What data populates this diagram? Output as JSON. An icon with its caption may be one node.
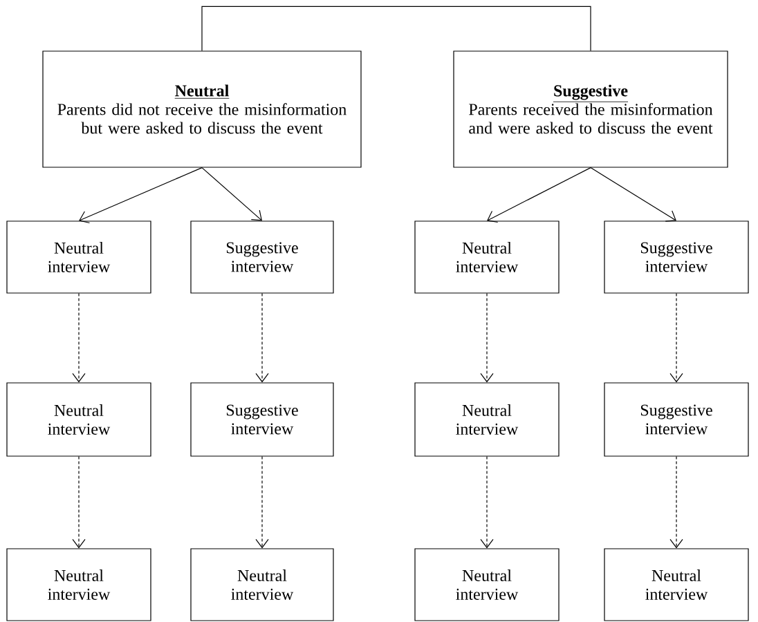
{
  "diagram": {
    "nodes": [
      {
        "text": [
          "Neutral",
          "Parents did not receive the misinformation but were asked to discuss the event"
        ]
      },
      {
        "text": [
          "Suggestive",
          "Parents received the misinformation and were asked to discuss the event"
        ]
      },
      {
        "text": [
          "Neutral interview"
        ]
      },
      {
        "text": [
          "Suggestive interview"
        ]
      },
      {
        "text": [
          "Neutral interview"
        ]
      },
      {
        "text": [
          "Suggestive interview"
        ]
      },
      {
        "text": [
          "Neutral interview"
        ]
      },
      {
        "text": [
          "Suggestive interview"
        ]
      },
      {
        "text": [
          "Neutral interview"
        ]
      },
      {
        "text": [
          "Suggestive interview"
        ]
      },
      {
        "text": [
          "Neutral interview"
        ]
      },
      {
        "text": [
          "Neutral interview"
        ]
      },
      {
        "text": [
          "Neutral interview"
        ]
      },
      {
        "text": [
          "Neutral interview"
        ]
      }
    ],
    "edges": [
      {
        "from": 0,
        "to": 1,
        "arrow": "none"
      },
      {
        "from": 0,
        "to": 2,
        "arrow": "to"
      },
      {
        "from": 0,
        "to": 3,
        "arrow": "to"
      },
      {
        "from": 1,
        "to": 4,
        "arrow": "to"
      },
      {
        "from": 1,
        "to": 5,
        "arrow": "to"
      },
      {
        "from": 2,
        "to": 6,
        "arrow": "to",
        "style": "dashed"
      },
      {
        "from": 3,
        "to": 7,
        "arrow": "to",
        "style": "dashed"
      },
      {
        "from": 4,
        "to": 8,
        "arrow": "to",
        "style": "dashed"
      },
      {
        "from": 5,
        "to": 9,
        "arrow": "to",
        "style": "dashed"
      },
      {
        "from": 6,
        "to": 10,
        "arrow": "to",
        "style": "dashed"
      },
      {
        "from": 7,
        "to": 11,
        "arrow": "to",
        "style": "dashed"
      },
      {
        "from": 8,
        "to": 12,
        "arrow": "to",
        "style": "dashed"
      },
      {
        "from": 9,
        "to": 13,
        "arrow": "to",
        "style": "dashed"
      }
    ]
  }
}
